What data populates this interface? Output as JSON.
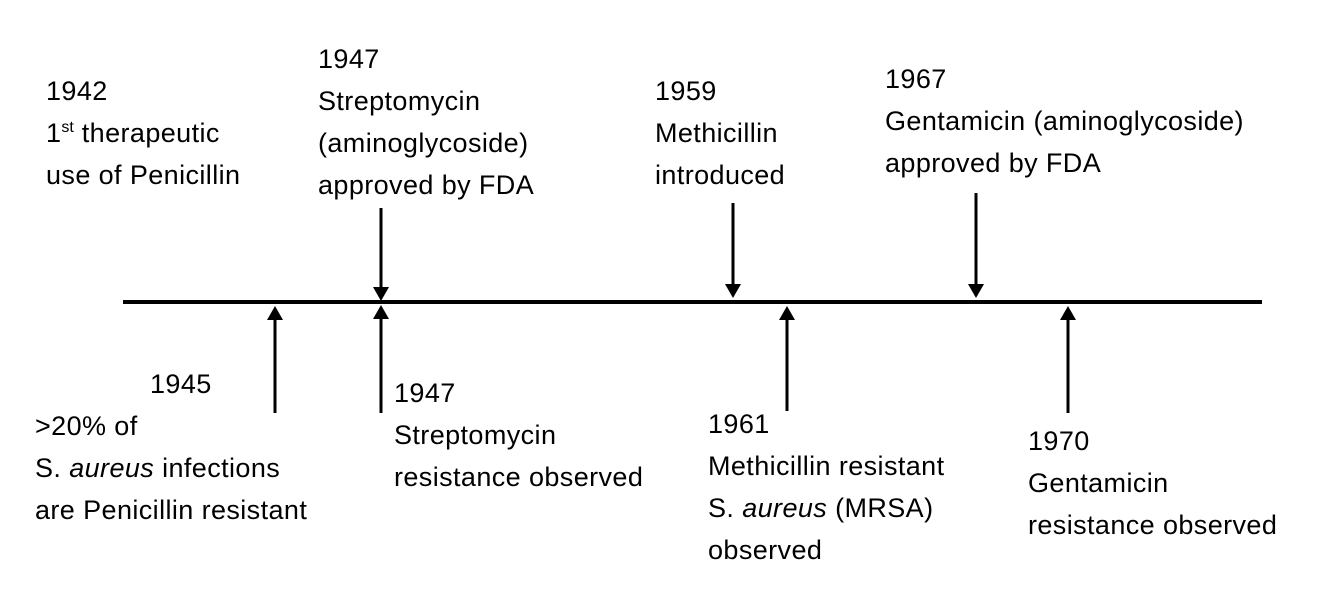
{
  "colors": {
    "background": "#ffffff",
    "text": "#000000",
    "line": "#000000"
  },
  "timeline": {
    "above": [
      {
        "year": "1942",
        "line2_num": "1",
        "line2_sup": "st",
        "line2_rest": " therapeutic",
        "line3": "use of Penicillin"
      },
      {
        "year": "1947",
        "line2": "Streptomycin",
        "line3": "(aminoglycoside)",
        "line4": "approved by FDA"
      },
      {
        "year": "1959",
        "line2": "Methicillin",
        "line3": "introduced"
      },
      {
        "year": "1967",
        "line2": "Gentamicin (aminoglycoside)",
        "line3": "approved by FDA"
      }
    ],
    "below": [
      {
        "year": "1945",
        "line2": ">20% of",
        "line3_pre": "S. ",
        "line3_italic": "aureus",
        "line3_rest": " infections",
        "line4": "are Penicillin resistant"
      },
      {
        "year": "1947",
        "line2": "Streptomycin",
        "line3": "resistance observed"
      },
      {
        "year": "1961",
        "line2": "Methicillin resistant",
        "line3_pre": "S. ",
        "line3_italic": "aureus",
        "line3_rest": " (MRSA)",
        "line4": "observed"
      },
      {
        "year": "1970",
        "line2": "Gentamicin",
        "line3": "resistance observed"
      }
    ]
  }
}
